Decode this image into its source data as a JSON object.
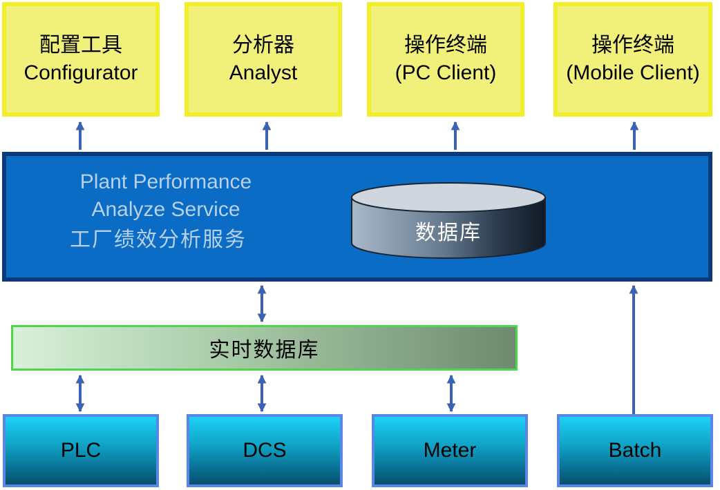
{
  "clients": [
    {
      "line1": "配置工具",
      "line2": "Configurator"
    },
    {
      "line1": "分析器",
      "line2": "Analyst"
    },
    {
      "line1": "操作终端",
      "line2": "(PC Client)"
    },
    {
      "line1": "操作终端",
      "line2": "(Mobile Client)"
    }
  ],
  "service": {
    "title_en_1": "Plant Performance",
    "title_en_2": "Analyze Service",
    "title_cn": "工厂绩效分析服务",
    "database_label": "数据库"
  },
  "realtime_db": {
    "label": "实时数据库"
  },
  "devices": [
    {
      "label": "PLC"
    },
    {
      "label": "DCS"
    },
    {
      "label": "Meter"
    },
    {
      "label": "Batch"
    }
  ],
  "colors": {
    "client_fill": "#f0f07a",
    "client_border": "#f2ef2a",
    "service_fill": "#0a6cc4",
    "service_border": "#0b3a7a",
    "arrow": "#3a63b5",
    "device_border": "#5a86e6",
    "rtdb_border": "#4bd84b"
  }
}
